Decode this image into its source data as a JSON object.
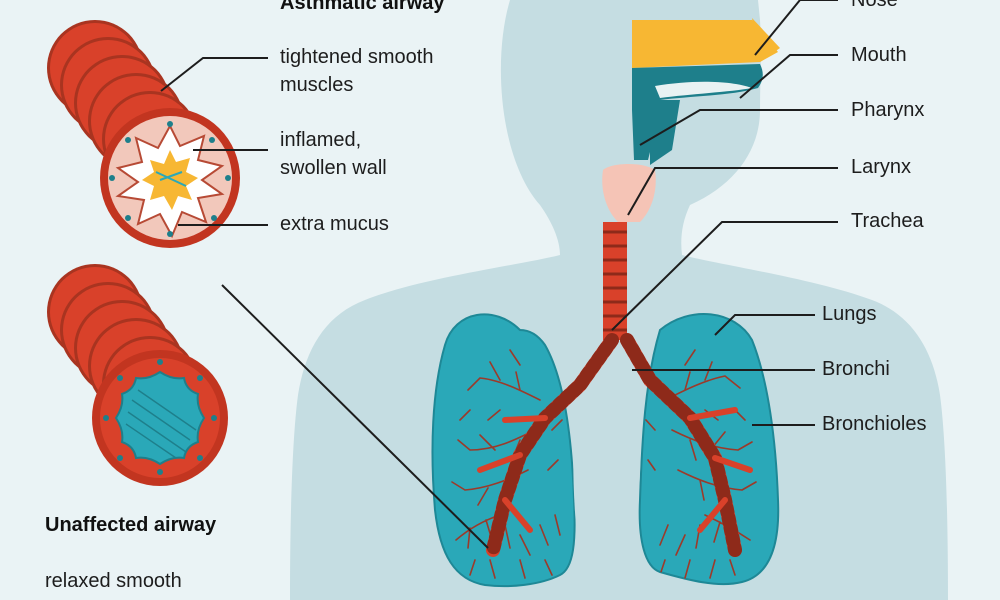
{
  "title_asthmatic": "Asthmatic airway",
  "title_unaffected": "Unaffected airway",
  "asthma_labels": {
    "muscles_1": "tightened smooth",
    "muscles_2": "muscles",
    "wall_1": "inflamed,",
    "wall_2": "swollen wall",
    "mucus": "extra mucus"
  },
  "unaffected_labels": {
    "muscles_1": "relaxed smooth"
  },
  "anatomy_labels": {
    "nose": "Nose",
    "mouth": "Mouth",
    "pharynx": "Pharynx",
    "larynx": "Larynx",
    "trachea": "Trachea",
    "lungs": "Lungs",
    "bronchi": "Bronchi",
    "bronchioles": "Bronchioles"
  },
  "colors": {
    "background": "#eaf3f5",
    "body": "#c5dde2",
    "lung": "#2aa8b8",
    "airway_red": "#d9412a",
    "airway_dark": "#8e2a1a",
    "nasal": "#f7b733",
    "larynx": "#f5c4b6",
    "line": "#1d1d1d"
  }
}
